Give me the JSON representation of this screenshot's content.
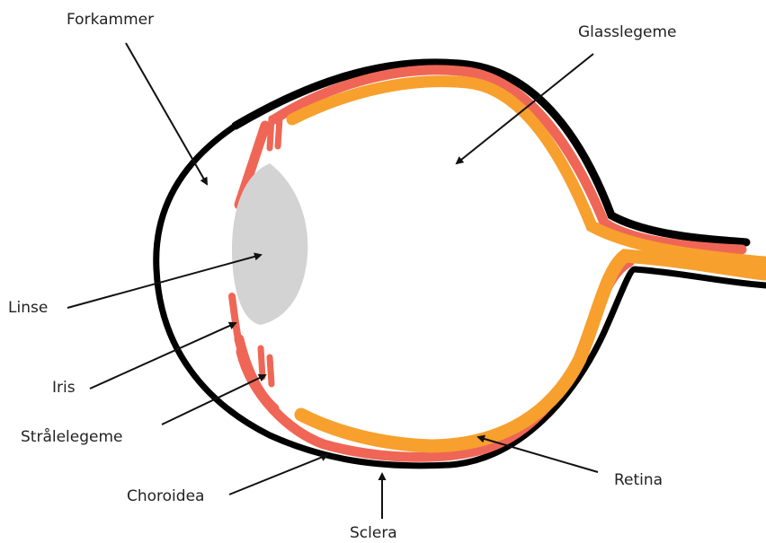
{
  "labels": {
    "forkammer": "Forkammer",
    "glasslegeme": "Glasslegeme",
    "linse": "Linse",
    "iris": "Iris",
    "straalelegeme": "Strålelegeme",
    "choroidea": "Choroidea",
    "retina": "Retina",
    "sclera": "Sclera"
  },
  "colors": {
    "sclera": "#000000",
    "choroidea": "#ef6657",
    "retina": "#f7a02e",
    "lens": "#d3d3d3",
    "pointer": "#111111"
  }
}
